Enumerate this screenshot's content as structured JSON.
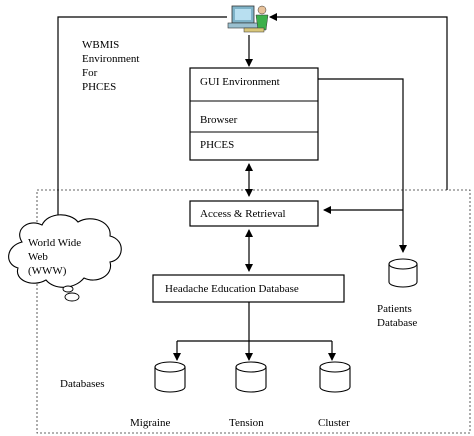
{
  "environment_label": [
    "WBMIS",
    "Environment",
    "For",
    "PHCES"
  ],
  "stack": {
    "gui": "GUI Environment",
    "browser": "Browser",
    "phces": "PHCES"
  },
  "access_retrieval": "Access & Retrieval",
  "headache_db": "Headache Education Database",
  "www_label": [
    "World Wide",
    "Web",
    "(WWW)"
  ],
  "patients_db_label": [
    "Patients",
    "Database"
  ],
  "databases_label": "Databases",
  "databases": [
    "Migraine",
    "Tension",
    "Cluster"
  ],
  "icons": [
    "computer-user-icon",
    "database-icon",
    "cloud-icon"
  ]
}
